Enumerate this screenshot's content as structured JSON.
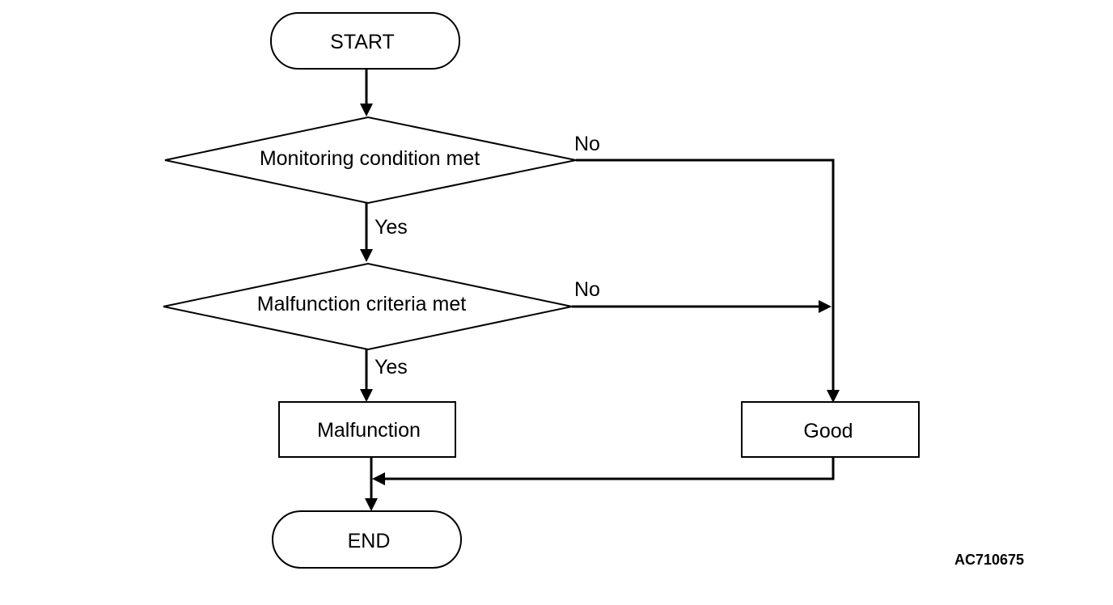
{
  "nodes": {
    "start": "START",
    "monitoring_decision": "Monitoring condition met",
    "malfunction_decision": "Malfunction criteria met",
    "malfunction_result": "Malfunction",
    "good_result": "Good",
    "end": "END"
  },
  "edges": {
    "monitoring_yes": "Yes",
    "monitoring_no": "No",
    "malfunction_yes": "Yes",
    "malfunction_no": "No"
  },
  "figure_code": "AC710675",
  "colors": {
    "stroke": "#000000",
    "background": "#ffffff"
  }
}
